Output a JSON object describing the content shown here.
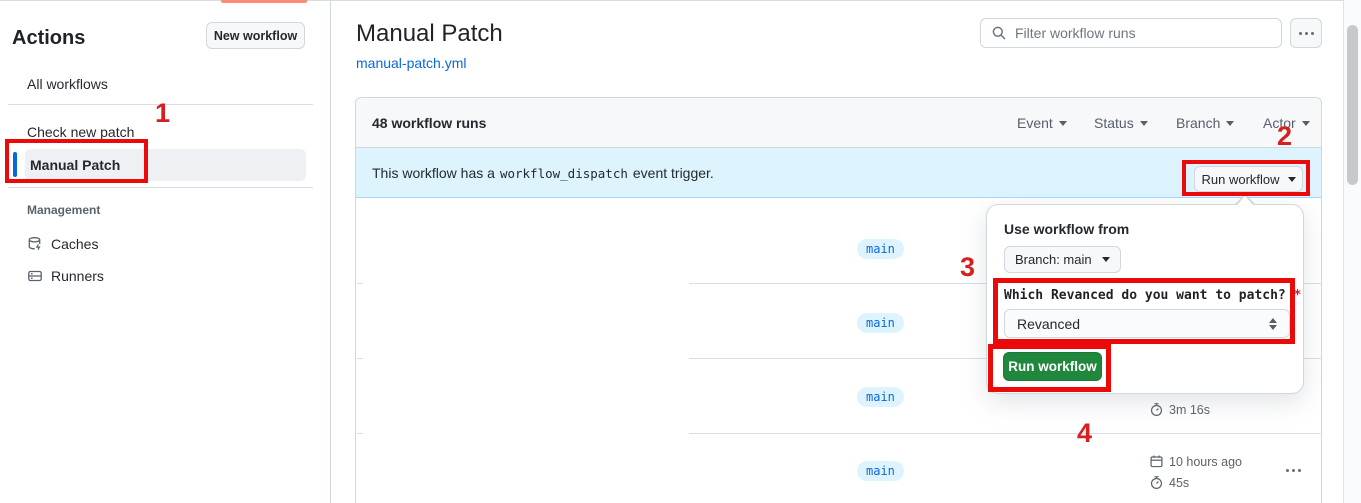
{
  "colors": {
    "accent_blue": "#0969da",
    "banner_blue": "#ddf4ff",
    "success_green": "#1f883d",
    "annotation_red": "#ea0a0a",
    "selected_tab_salmon": "#fd8c73"
  },
  "sidebar": {
    "title": "Actions",
    "new_workflow_label": "New workflow",
    "items": [
      {
        "label": "All workflows",
        "selected": false
      },
      {
        "label": "Check new patch",
        "selected": false
      },
      {
        "label": "Manual Patch",
        "selected": true
      }
    ],
    "management_label": "Management",
    "management_items": [
      {
        "label": "Caches",
        "icon": "cache-icon"
      },
      {
        "label": "Runners",
        "icon": "server-icon"
      }
    ]
  },
  "header": {
    "title": "Manual Patch",
    "file_link": "manual-patch.yml",
    "filter_placeholder": "Filter workflow runs"
  },
  "list": {
    "count_label": "48 workflow runs",
    "filters": [
      {
        "label": "Event"
      },
      {
        "label": "Status"
      },
      {
        "label": "Branch"
      },
      {
        "label": "Actor"
      }
    ],
    "banner": {
      "text_before": "This workflow has a",
      "code": "workflow_dispatch",
      "text_after": "event trigger."
    },
    "rows": [
      {
        "branch": "main"
      },
      {
        "branch": "main"
      },
      {
        "branch": "main",
        "duration": "3m 16s"
      },
      {
        "branch": "main",
        "age": "10 hours ago",
        "duration": "45s"
      }
    ]
  },
  "run_workflow": {
    "button_label": "Run workflow",
    "popover": {
      "from_label": "Use workflow from",
      "branch_button": "Branch: main",
      "input_label": "Which Revanced do you want to patch?",
      "required_mark": "*",
      "select_value": "Revanced",
      "submit_label": "Run workflow"
    }
  },
  "annotations": {
    "step1": "1",
    "step2": "2",
    "step3": "3",
    "step4": "4"
  }
}
